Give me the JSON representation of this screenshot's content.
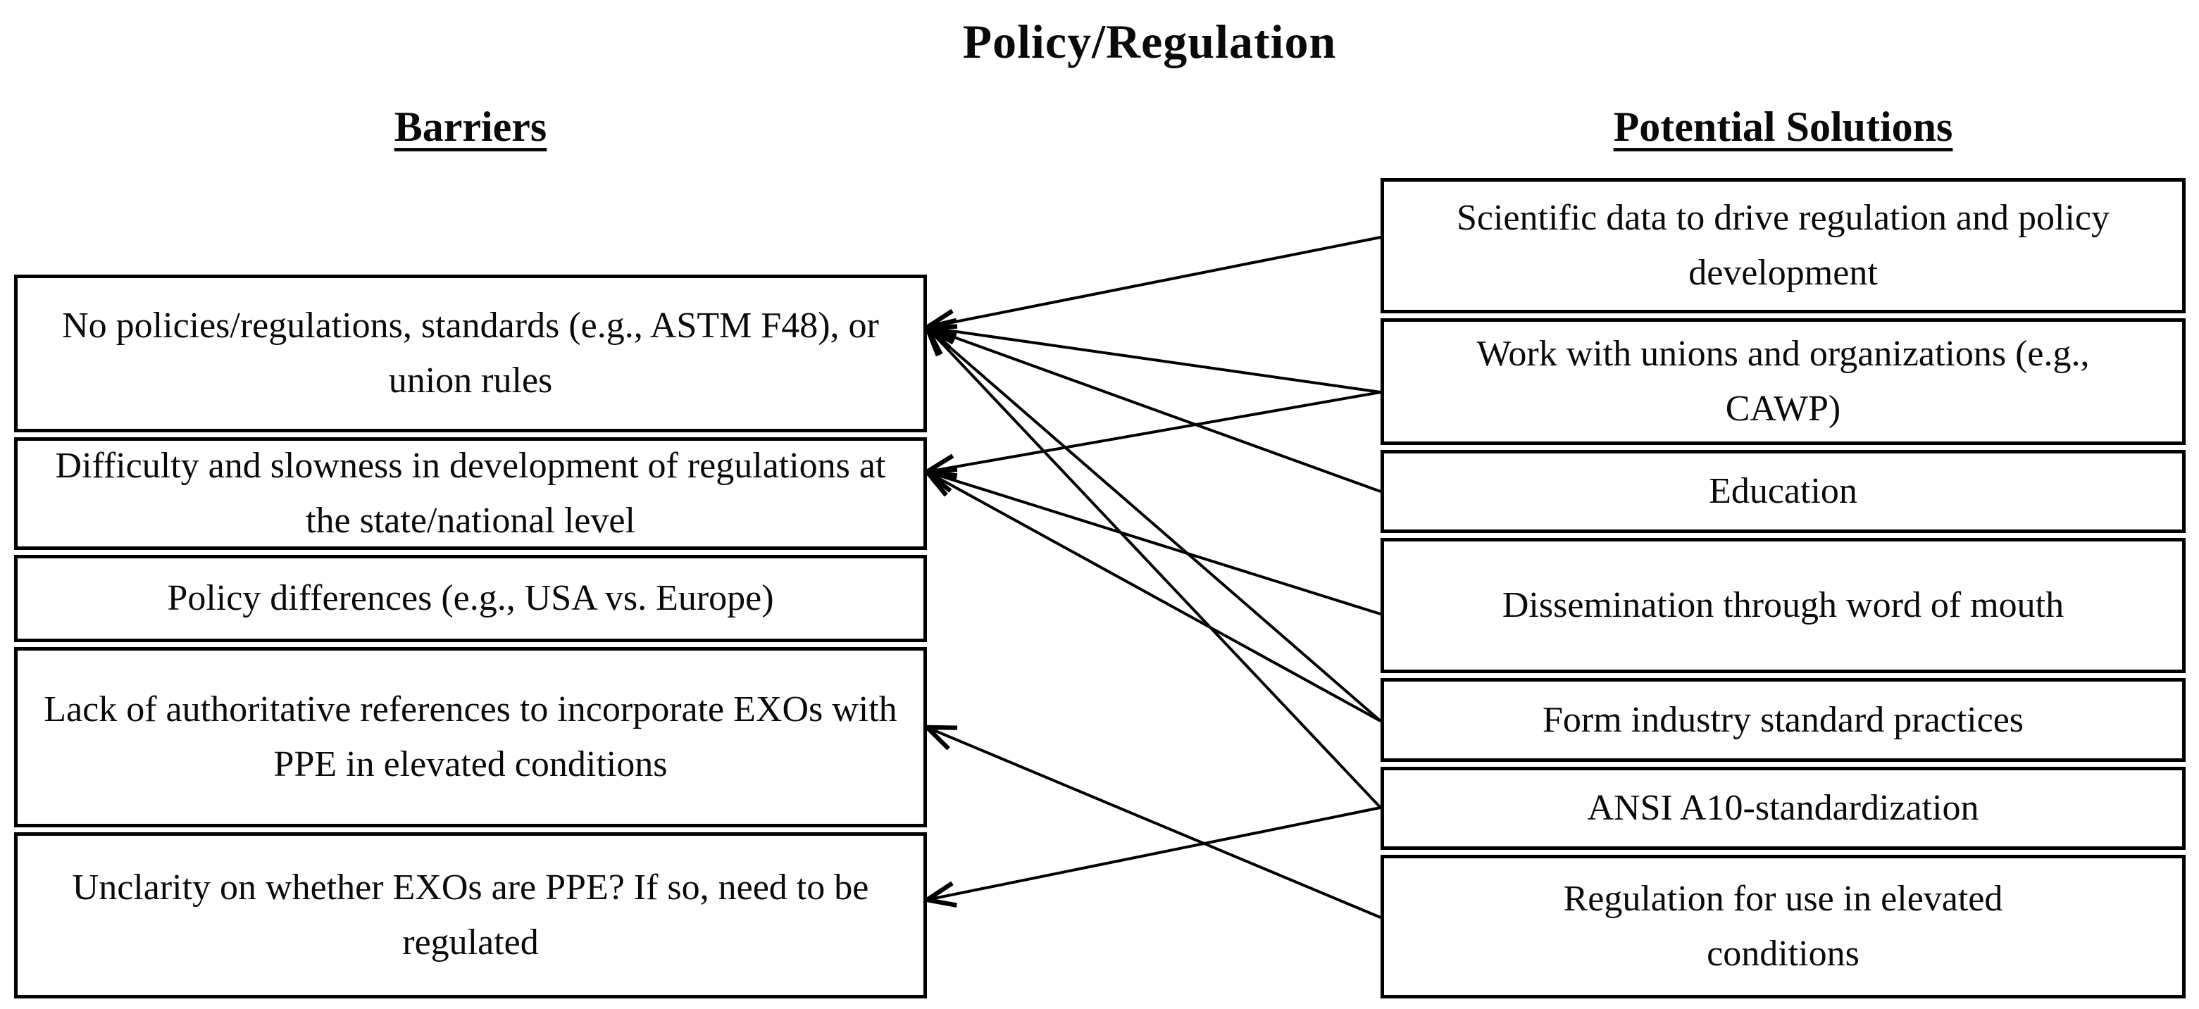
{
  "title": "Policy/Regulation",
  "left_header": "Barriers",
  "right_header": "Potential Solutions",
  "barriers": [
    {
      "id": "b1",
      "text": "No policies/regulations, standards (e.g., ASTM F48), or union rules"
    },
    {
      "id": "b2",
      "text": "Difficulty and slowness in development of regulations at the state/national level"
    },
    {
      "id": "b3",
      "text": "Policy differences (e.g., USA vs. Europe)"
    },
    {
      "id": "b4",
      "text": "Lack of authoritative references to incorporate EXOs with PPE in elevated conditions"
    },
    {
      "id": "b5",
      "text": "Unclarity on whether EXOs are PPE? If so, need to be regulated"
    }
  ],
  "solutions": [
    {
      "id": "s1",
      "text": "Scientific data to drive regulation and policy development"
    },
    {
      "id": "s2",
      "text": "Work with unions and organizations (e.g., CAWP)"
    },
    {
      "id": "s3",
      "text": "Education"
    },
    {
      "id": "s4",
      "text": "Dissemination through word of mouth"
    },
    {
      "id": "s5",
      "text": "Form industry standard practices"
    },
    {
      "id": "s6",
      "text": "ANSI A10-standardization"
    },
    {
      "id": "s7",
      "text": "Regulation for use in elevated conditions"
    }
  ],
  "connections": [
    {
      "from": "s1",
      "to": "b1"
    },
    {
      "from": "s2",
      "to": "b1"
    },
    {
      "from": "s2",
      "to": "b2"
    },
    {
      "from": "s3",
      "to": "b1"
    },
    {
      "from": "s4",
      "to": "b2"
    },
    {
      "from": "s5",
      "to": "b1"
    },
    {
      "from": "s5",
      "to": "b2"
    },
    {
      "from": "s6",
      "to": "b1"
    },
    {
      "from": "s6",
      "to": "b5"
    },
    {
      "from": "s7",
      "to": "b4"
    }
  ],
  "colors": {
    "line": "#000000",
    "box_border": "#000000",
    "background": "#ffffff",
    "text": "#0a0a0a"
  }
}
